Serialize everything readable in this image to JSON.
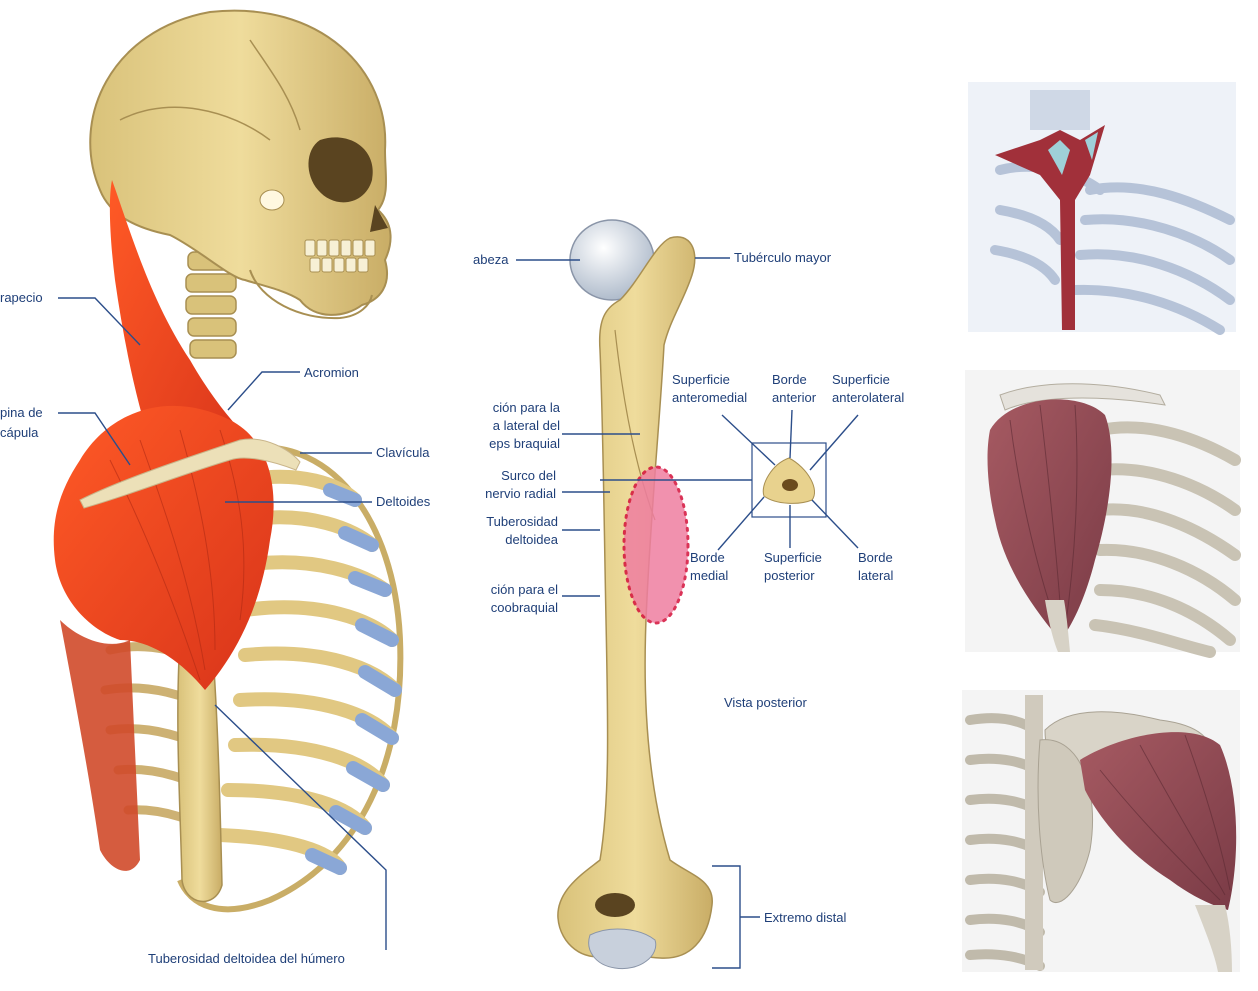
{
  "labels": {
    "trapecio": "rapecio",
    "acromion": "Acromion",
    "espina_1": "pina de",
    "espina_2": "cápula",
    "clavicula": "Clavícula",
    "deltoides": "Deltoides",
    "tuberosidad_humero": "Tuberosidad deltoidea del húmero",
    "cabeza": "abeza",
    "tuberculo_mayor": "Tubérculo mayor",
    "insercion_lateral_1": "ción para la",
    "insercion_lateral_2": "a lateral del",
    "insercion_lateral_3": "eps braquial",
    "surco_1": "Surco del",
    "surco_2": "nervio radial",
    "tuberosidad_1": "Tuberosidad",
    "tuberosidad_2": "deltoidea",
    "insercion_braquial_1": "ción para el",
    "insercion_braquial_2": "coobraquial",
    "sup_anteromedial_1": "Superficie",
    "sup_anteromedial_2": "anteromedial",
    "borde_anterior_1": "Borde",
    "borde_anterior_2": "anterior",
    "sup_anterolateral_1": "Superficie",
    "sup_anterolateral_2": "anterolateral",
    "borde_medial_1": "Borde",
    "borde_medial_2": "medial",
    "sup_posterior_1": "Superficie",
    "sup_posterior_2": "posterior",
    "borde_lateral_1": "Borde",
    "borde_lateral_2": "lateral",
    "vista_posterior": "Vista posterior",
    "extremo_distal": "Extremo distal"
  },
  "colors": {
    "bone": "#e3cf8a",
    "bone_shade": "#c4a862",
    "muscle": "#f0451e",
    "muscle_dark": "#c9321a",
    "cartilage": "#8aa7d6",
    "label": "#1f3f78",
    "leader": "#2c4e8a",
    "highlight": "#e8497a",
    "deltoid_right": "#8e4b55"
  }
}
